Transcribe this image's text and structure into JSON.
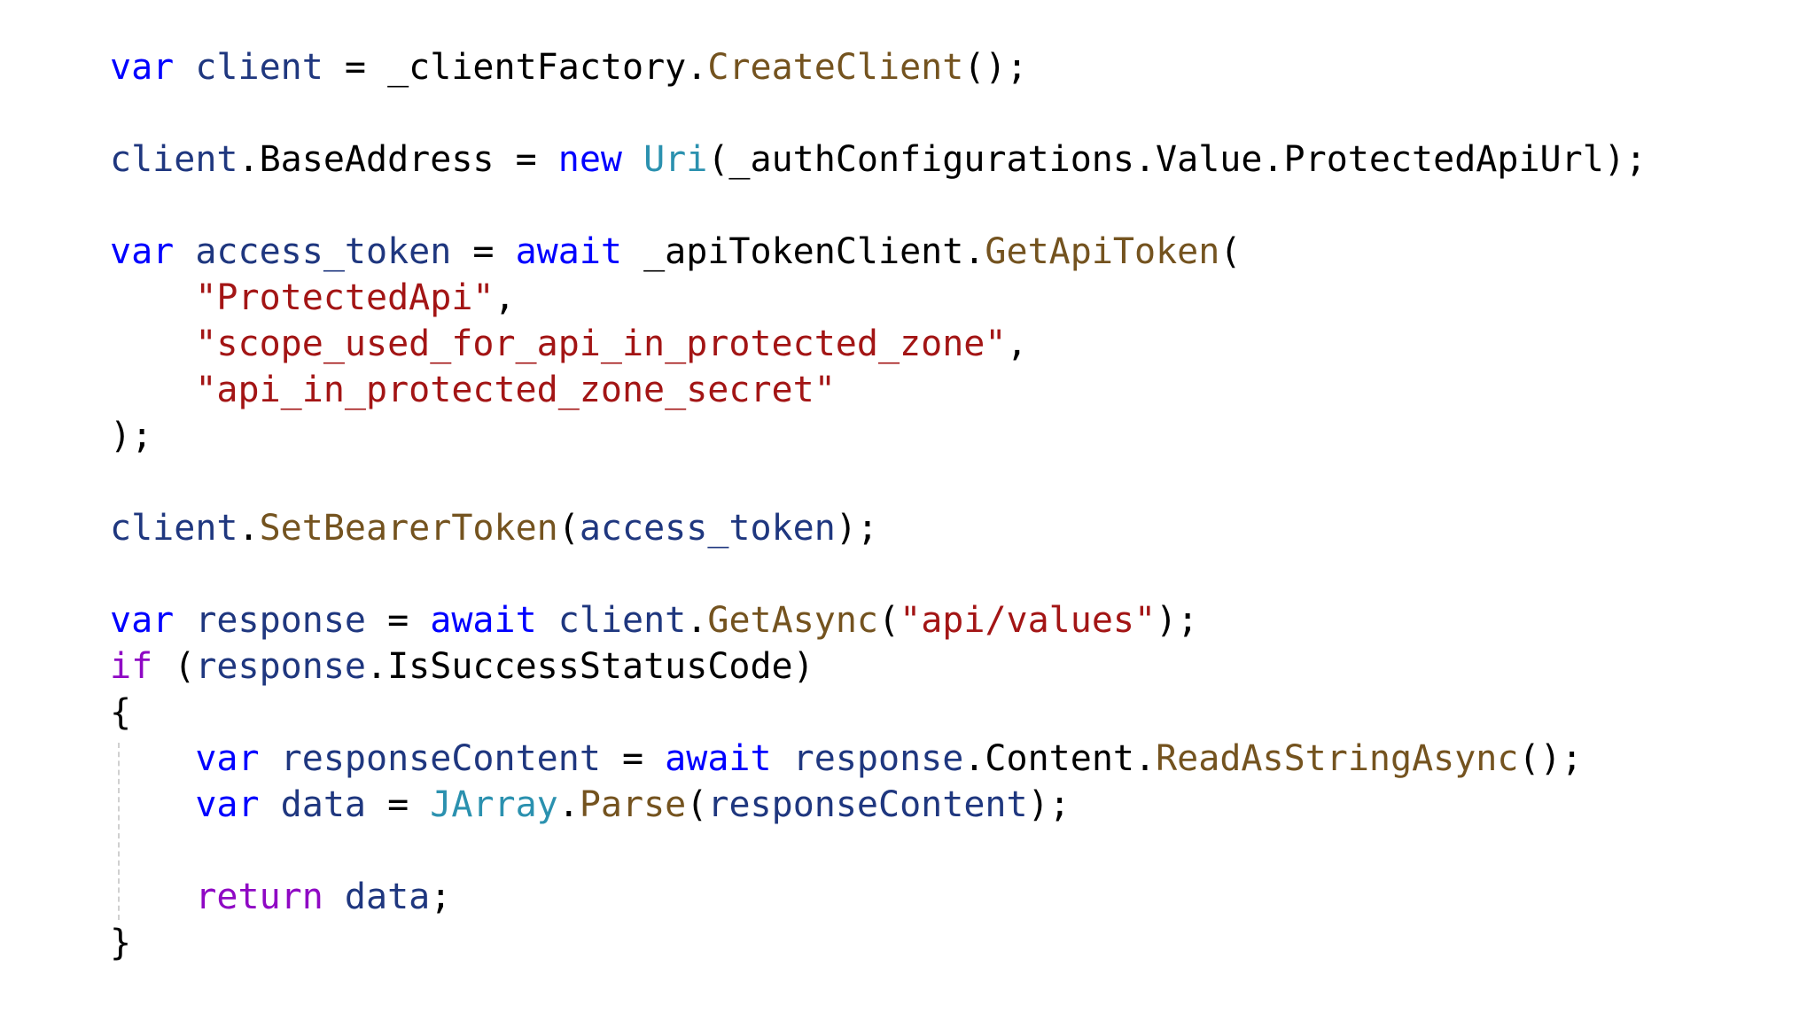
{
  "editor": {
    "lines": [
      [
        [
          "kw",
          "var"
        ],
        [
          "pl",
          " "
        ],
        [
          "id",
          "client"
        ],
        [
          "pl",
          " = "
        ],
        [
          "pl",
          "_clientFactory"
        ],
        [
          "pl",
          "."
        ],
        [
          "mt",
          "CreateClient"
        ],
        [
          "pl",
          "();"
        ]
      ],
      [],
      [
        [
          "id",
          "client"
        ],
        [
          "pl",
          ".BaseAddress = "
        ],
        [
          "kw",
          "new"
        ],
        [
          "pl",
          " "
        ],
        [
          "ty",
          "Uri"
        ],
        [
          "pl",
          "(_authConfigurations.Value.ProtectedApiUrl);"
        ]
      ],
      [],
      [
        [
          "kw",
          "var"
        ],
        [
          "pl",
          " "
        ],
        [
          "id",
          "access_token"
        ],
        [
          "pl",
          " = "
        ],
        [
          "kw",
          "await"
        ],
        [
          "pl",
          " _apiTokenClient."
        ],
        [
          "mt",
          "GetApiToken"
        ],
        [
          "pl",
          "("
        ]
      ],
      [
        [
          "pl",
          "    "
        ],
        [
          "st",
          "\"ProtectedApi\""
        ],
        [
          "pl",
          ","
        ]
      ],
      [
        [
          "pl",
          "    "
        ],
        [
          "st",
          "\"scope_used_for_api_in_protected_zone\""
        ],
        [
          "pl",
          ","
        ]
      ],
      [
        [
          "pl",
          "    "
        ],
        [
          "st",
          "\"api_in_protected_zone_secret\""
        ]
      ],
      [
        [
          "pl",
          ");"
        ]
      ],
      [],
      [
        [
          "id",
          "client"
        ],
        [
          "pl",
          "."
        ],
        [
          "mt",
          "SetBearerToken"
        ],
        [
          "pl",
          "("
        ],
        [
          "id",
          "access_token"
        ],
        [
          "pl",
          ");"
        ]
      ],
      [],
      [
        [
          "kw",
          "var"
        ],
        [
          "pl",
          " "
        ],
        [
          "id",
          "response"
        ],
        [
          "pl",
          " = "
        ],
        [
          "kw",
          "await"
        ],
        [
          "pl",
          " "
        ],
        [
          "id",
          "client"
        ],
        [
          "pl",
          "."
        ],
        [
          "mt",
          "GetAsync"
        ],
        [
          "pl",
          "("
        ],
        [
          "st",
          "\"api/values\""
        ],
        [
          "pl",
          ");"
        ]
      ],
      [
        [
          "ctl",
          "if"
        ],
        [
          "pl",
          " ("
        ],
        [
          "id",
          "response"
        ],
        [
          "pl",
          ".IsSuccessStatusCode)"
        ]
      ],
      [
        [
          "pl",
          "{"
        ]
      ],
      [
        [
          "pl",
          "    "
        ],
        [
          "kw",
          "var"
        ],
        [
          "pl",
          " "
        ],
        [
          "id",
          "responseContent"
        ],
        [
          "pl",
          " = "
        ],
        [
          "kw",
          "await"
        ],
        [
          "pl",
          " "
        ],
        [
          "id",
          "response"
        ],
        [
          "pl",
          ".Content."
        ],
        [
          "mt",
          "ReadAsStringAsync"
        ],
        [
          "pl",
          "();"
        ]
      ],
      [
        [
          "pl",
          "    "
        ],
        [
          "kw",
          "var"
        ],
        [
          "pl",
          " "
        ],
        [
          "id",
          "data"
        ],
        [
          "pl",
          " = "
        ],
        [
          "ty",
          "JArray"
        ],
        [
          "pl",
          "."
        ],
        [
          "mt",
          "Parse"
        ],
        [
          "pl",
          "("
        ],
        [
          "id",
          "responseContent"
        ],
        [
          "pl",
          ");"
        ]
      ],
      [],
      [
        [
          "pl",
          "    "
        ],
        [
          "ctl",
          "return"
        ],
        [
          "pl",
          " "
        ],
        [
          "id",
          "data"
        ],
        [
          "pl",
          ";"
        ]
      ],
      [
        [
          "pl",
          "}"
        ]
      ]
    ]
  }
}
